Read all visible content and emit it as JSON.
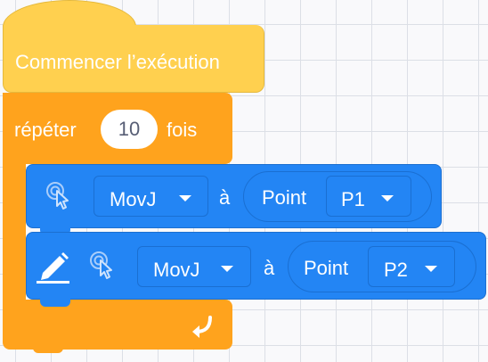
{
  "hat": {
    "label": "Commencer l’exécution"
  },
  "repeat": {
    "label_before": "répéter",
    "count": "10",
    "label_after": "fois"
  },
  "blocks": [
    {
      "motion": "MovJ",
      "preposition": "à",
      "target_type": "Point",
      "point": "P1"
    },
    {
      "motion": "MovJ",
      "preposition": "à",
      "target_type": "Point",
      "point": "P2"
    }
  ],
  "icons": {
    "hand": "hand-pointer-icon",
    "pencil": "pencil-icon",
    "loop": "loop-arrow-icon",
    "caret": "caret-down-icon"
  },
  "colors": {
    "hat": "#ffd04f",
    "repeat": "#ffa31d",
    "motion": "#2385f4",
    "background": "#f9f9fb"
  }
}
